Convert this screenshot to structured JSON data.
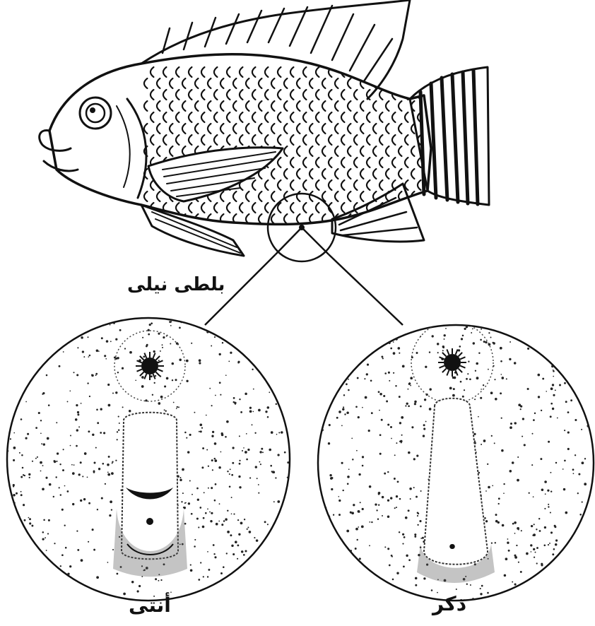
{
  "labels": {
    "fish": "بلطى نيلى",
    "female": "أنثى",
    "male": "ذكر"
  },
  "colors": {
    "ink": "#111111",
    "background": "#ffffff",
    "stipple": "#333333"
  }
}
